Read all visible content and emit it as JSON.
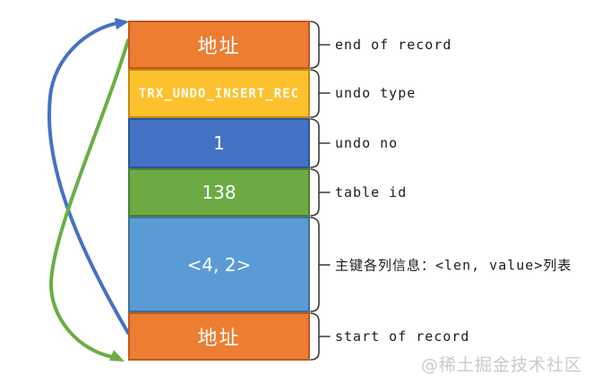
{
  "diagram": {
    "title_semantics": "InnoDB TRX_UNDO_INSERT_REC undo log record layout",
    "boxes": [
      {
        "id": "end-address",
        "label": "地址",
        "fill": "#ED7D31",
        "border": "#C0591B",
        "text_color": "#FFFFFF",
        "annotation": "end of record"
      },
      {
        "id": "undo-type",
        "label": "TRX_UNDO_INSERT_REC",
        "fill": "#FEC12E",
        "border": "#C08B10",
        "text_color": "#FFFFFF",
        "annotation": "undo type"
      },
      {
        "id": "undo-no",
        "label": "1",
        "fill": "#4472C4",
        "border": "#2F5597",
        "text_color": "#FFFFFF",
        "annotation": "undo no"
      },
      {
        "id": "table-id",
        "label": "138",
        "fill": "#6CAB44",
        "border": "#507E32",
        "text_color": "#FFFFFF",
        "annotation": "table id"
      },
      {
        "id": "key-columns",
        "label": "<4, 2>",
        "fill": "#5B9BD5",
        "border": "#41719C",
        "text_color": "#FFFFFF",
        "annotation": "主键各列信息：<len, value>列表"
      },
      {
        "id": "start-address",
        "label": "地址",
        "fill": "#ED7D31",
        "border": "#C0591B",
        "text_color": "#FFFFFF",
        "annotation": "start of record"
      }
    ],
    "arrows": [
      {
        "name": "blue-pointer-arrow",
        "color": "#4472C4",
        "from": "start-address box left edge",
        "to": "end-address box top-left corner"
      },
      {
        "name": "green-pointer-arrow",
        "color": "#6BAD45",
        "from": "end-address box left edge",
        "to": "start-address box bottom-left corner"
      }
    ],
    "watermark": "@稀土掘金技术社区"
  }
}
